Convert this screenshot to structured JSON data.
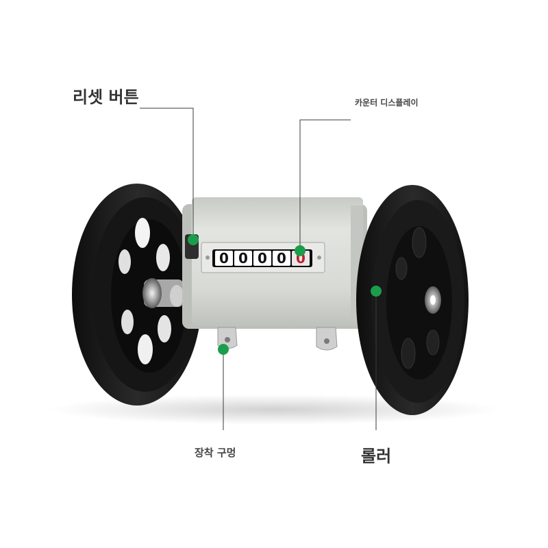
{
  "callouts": {
    "reset_button": "리셋 버튼",
    "counter_display": "카운터 디스플레이",
    "mounting_hole": "장착 구멍",
    "roller": "롤러"
  },
  "counter": {
    "digits": [
      "0",
      "0",
      "0",
      "0",
      "0"
    ]
  },
  "colors": {
    "marker": "#1a9e4b",
    "leader": "#3a3a3a",
    "body": "#d9dbd7",
    "wheel": "#1b1b1b"
  }
}
